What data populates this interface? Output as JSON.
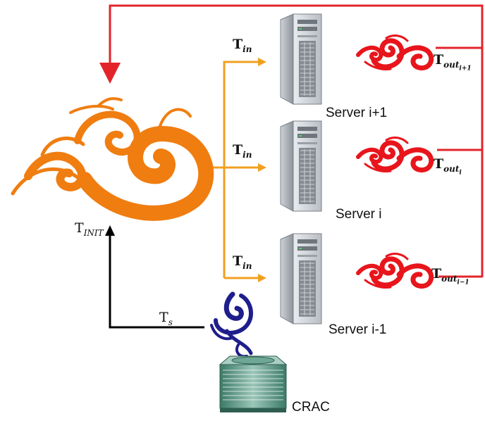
{
  "labels": {
    "t_init": {
      "base": "T",
      "sub": "INIT"
    },
    "t_s": {
      "base": "T",
      "sub": "s"
    },
    "t_in": {
      "base": "T",
      "sub": "in"
    },
    "t_out_top": {
      "base": "T",
      "sub": "out",
      "subsub": "i+1"
    },
    "t_out_mid": {
      "base": "T",
      "sub": "out",
      "subsub": "i"
    },
    "t_out_bot": {
      "base": "T",
      "sub": "out",
      "subsub": "i−1"
    },
    "crac": "CRAC"
  },
  "servers": [
    {
      "label": "Server i+1"
    },
    {
      "label": "Server i"
    },
    {
      "label": "Server i-1"
    }
  ],
  "colors": {
    "return_line": "#e3242b",
    "supply_line": "#f0a020",
    "cold_line": "#000000",
    "warm_swirl": "#f07d10",
    "hot_swirl": "#e8151c",
    "cold_swirl": "#1e1e8c"
  }
}
